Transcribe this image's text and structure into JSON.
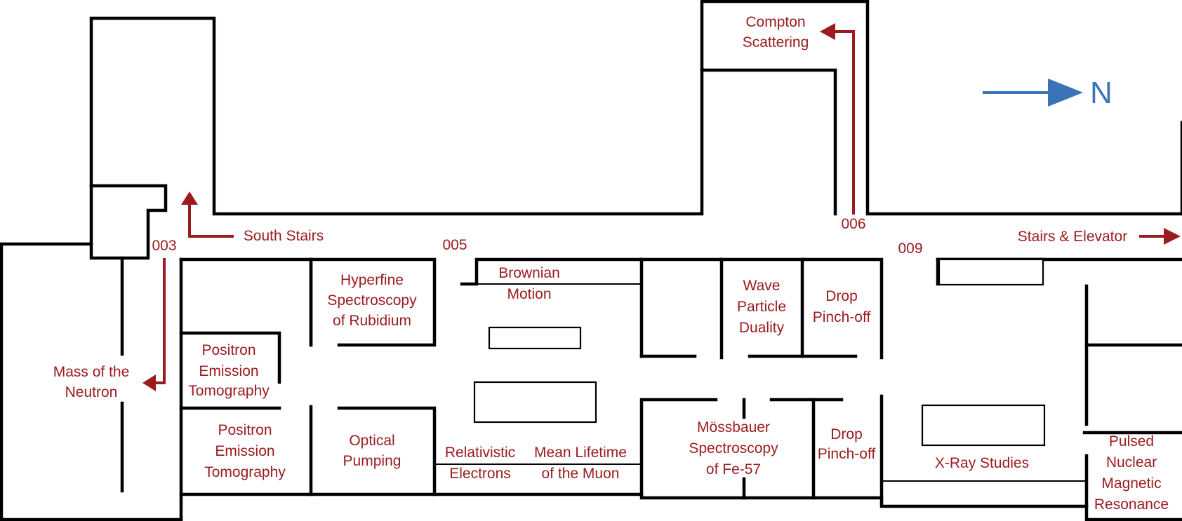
{
  "colors": {
    "label": "#9b1c20",
    "compass": "#3b73b9",
    "walls": "#000000"
  },
  "compass": {
    "letter": "N",
    "icon": "north-arrow-icon"
  },
  "room_numbers": [
    "003",
    "005",
    "006",
    "009"
  ],
  "destinations": {
    "south_stairs": "South Stairs",
    "stairs_elevator": "Stairs & Elevator",
    "compton": [
      "Compton",
      "Scattering"
    ],
    "neutron": [
      "Mass of the",
      "Neutron"
    ]
  },
  "rooms": {
    "hyperfine": [
      "Hyperfine",
      "Spectroscopy",
      "of Rubidium"
    ],
    "brownian": [
      "Brownian",
      "Motion"
    ],
    "wave": [
      "Wave",
      "Particle",
      "Duality"
    ],
    "drop_upper": [
      "Drop",
      "Pinch-off"
    ],
    "pet_upper": [
      "Positron",
      "Emission",
      "Tomography"
    ],
    "pet_lower": [
      "Positron",
      "Emission",
      "Tomography"
    ],
    "optical": [
      "Optical",
      "Pumping"
    ],
    "relativistic": [
      "Relativistic",
      "Electrons"
    ],
    "muon": [
      "Mean Lifetime",
      "of the Muon"
    ],
    "mossbauer": [
      "Mössbauer",
      "Spectroscopy",
      "of Fe-57"
    ],
    "drop_lower": [
      "Drop",
      "Pinch-off"
    ],
    "xray": "X-Ray Studies",
    "pnmr": [
      "Pulsed",
      "Nuclear",
      "Magnetic",
      "Resonance"
    ]
  }
}
